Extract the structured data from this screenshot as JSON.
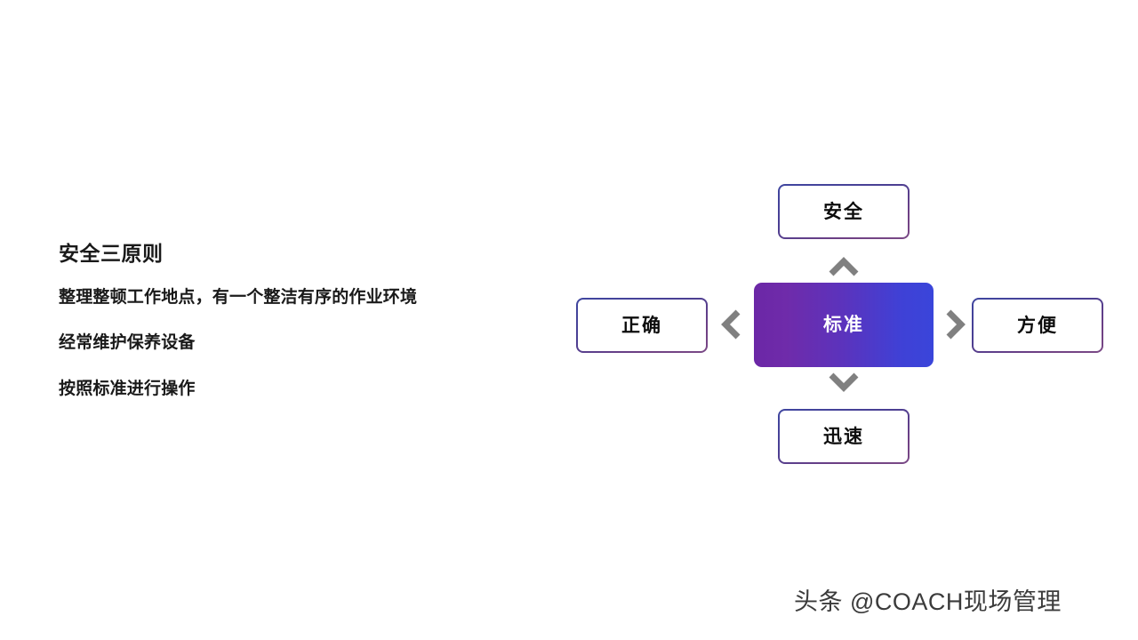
{
  "slide": {
    "background_color": "#ffffff"
  },
  "text_panel": {
    "title": "安全三原则",
    "lines": [
      "整理整顿工作地点，有一个整洁有序的作业环境",
      "经常维护保养设备",
      "按照标准进行操作"
    ]
  },
  "diagram": {
    "center": {
      "label": "标准",
      "gradient_start": "#6b27a6",
      "gradient_end": "#3a45da",
      "text_color": "#ffffff"
    },
    "nodes": [
      {
        "position": "top",
        "label": "安全"
      },
      {
        "position": "left",
        "label": "正确"
      },
      {
        "position": "right",
        "label": "方便"
      },
      {
        "position": "bottom",
        "label": "迅速"
      }
    ],
    "arrows": [
      {
        "direction": "up",
        "icon": "chevron-up-icon"
      },
      {
        "direction": "left",
        "icon": "chevron-left-icon"
      },
      {
        "direction": "right",
        "icon": "chevron-right-icon"
      },
      {
        "direction": "down",
        "icon": "chevron-down-icon"
      }
    ],
    "arrow_color": "#808080",
    "node_border_color_top": "#3f46a0",
    "node_border_color_bottom": "#7b4a86"
  },
  "watermark": {
    "text": "头条 @COACH现场管理"
  }
}
